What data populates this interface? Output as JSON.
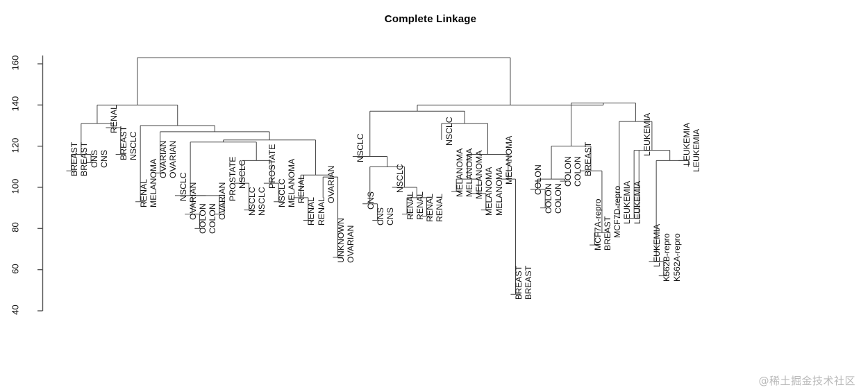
{
  "title": "Complete Linkage",
  "watermark": "@稀土掘金技术社区",
  "colors": {
    "line": "#444444",
    "axis": "#555555",
    "text": "#111111",
    "watermark": "#b9b9b9"
  },
  "chart_data": {
    "type": "dendrogram",
    "title": "Complete Linkage",
    "xlabel": "",
    "ylabel": "",
    "ylim": [
      40,
      168
    ],
    "grid": false,
    "legend": null,
    "linkage_method": "complete",
    "axis": {
      "ticks": [
        40,
        60,
        80,
        100,
        120,
        140,
        160
      ],
      "tick_labels": [
        "40",
        "60",
        "80",
        "100",
        "120",
        "140",
        "160"
      ]
    },
    "leaf_count": 64,
    "leaves": [
      "BREAST",
      "BREAST",
      "CNS",
      "CNS",
      "RENAL",
      "BREAST",
      "NSCLC",
      "RENAL",
      "MELANOMA",
      "OVARIAN",
      "OVARIAN",
      "NSCLC",
      "OVARIAN",
      "COLON",
      "COLON",
      "OVARIAN",
      "PROSTATE",
      "NSCLC",
      "NSCLC",
      "NSCLC",
      "PROSTATE",
      "NSCLC",
      "MELANOMA",
      "RENAL",
      "RENAL",
      "RENAL",
      "OVARIAN",
      "UNKNOWN",
      "OVARIAN",
      "NSCLC",
      "CNS",
      "CNS",
      "CNS",
      "NSCLC",
      "RENAL",
      "RENAL",
      "RENAL",
      "RENAL",
      "NSCLC",
      "MELANOMA",
      "MELANOMA",
      "MELANOMA",
      "MELANOMA",
      "MELANOMA",
      "MELANOMA",
      "BREAST",
      "BREAST",
      "COLON",
      "COLON",
      "COLON",
      "COLON",
      "COLON",
      "BREAST",
      "MCF7A-repro",
      "BREAST",
      "MCF7D-repro",
      "LEUKEMIA",
      "LEUKEMIA",
      "LEUKEMIA",
      "LEUKEMIA",
      "K562B-repro",
      "K562A-repro",
      "LEUKEMIA",
      "LEUKEMIA"
    ],
    "leaf_heights": [
      108,
      108,
      112,
      112,
      129,
      116,
      116,
      93,
      93,
      107,
      107,
      96,
      87,
      80,
      80,
      87,
      96,
      102,
      89,
      89,
      102,
      93,
      93,
      95,
      84,
      84,
      95,
      66,
      66,
      115,
      92,
      84,
      84,
      100,
      87,
      87,
      86,
      86,
      123,
      98,
      98,
      97,
      89,
      89,
      104,
      48,
      48,
      99,
      90,
      90,
      103,
      103,
      108,
      72,
      72,
      78,
      85,
      85,
      118,
      64,
      57,
      57,
      113,
      110
    ],
    "merges": [
      {
        "height": 163,
        "span": "root"
      },
      {
        "height": 140,
        "span": "left-main"
      },
      {
        "height": 137,
        "span": "center-main"
      },
      {
        "height": 141,
        "span": "right-main"
      },
      {
        "height": 131,
        "span": "left-breast-cns-renal"
      },
      {
        "height": 129,
        "span": "renal-breast-nsclc"
      },
      {
        "height": 127,
        "span": "center-left-block"
      },
      {
        "height": 123,
        "span": "nsclc-melanoma-block"
      },
      {
        "height": 122,
        "span": "ovarian-colon-prostate"
      },
      {
        "height": 131,
        "span": "nsclc-melanoma-breast"
      },
      {
        "height": 120,
        "span": "colon-breast-leukemia"
      },
      {
        "height": 118,
        "span": "leukemia-k562"
      },
      {
        "height": 116,
        "span": "breast-nsclc-pair"
      },
      {
        "height": 115,
        "span": "nsclc-cns-renal"
      },
      {
        "height": 113,
        "span": "leukemia-right-pair"
      }
    ]
  }
}
